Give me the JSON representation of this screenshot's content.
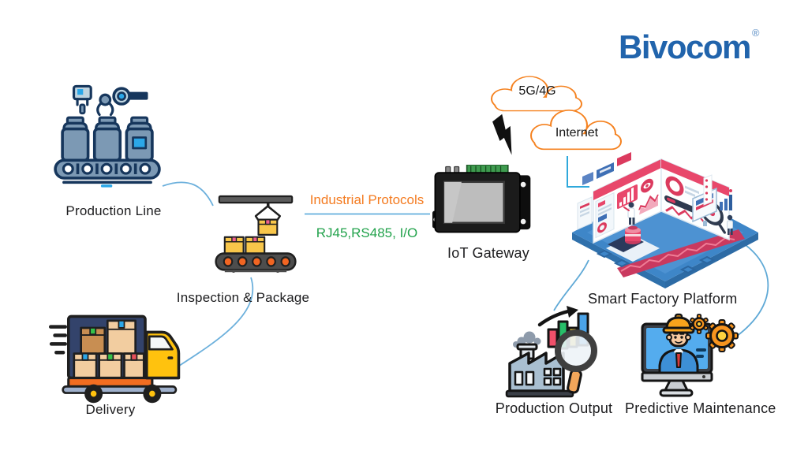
{
  "logo": {
    "text": "Bivocom",
    "registered": "®"
  },
  "clouds": {
    "cellular_label": "5G/4G",
    "internet_label": "Internet"
  },
  "protocols": {
    "title": "Industrial Protocols",
    "subtitle": "RJ45,RS485, I/O"
  },
  "nodes": {
    "production_line": {
      "label": "Production Line"
    },
    "inspection_package": {
      "label": "Inspection & Package"
    },
    "delivery": {
      "label": "Delivery"
    },
    "iot_gateway": {
      "label": "IoT Gateway"
    },
    "smart_factory_platform": {
      "label": "Smart Factory Platform"
    },
    "production_output": {
      "label": "Production Output"
    },
    "predictive_maintenance": {
      "label": "Predictive Maintenance"
    }
  },
  "colors": {
    "logo_blue": "#2164AC",
    "cloud_outline": "#F58220",
    "protocol_title_orange": "#F47B20",
    "protocol_subtitle_green": "#21A24B",
    "connector_blue": "#6CB0DC",
    "internet_link_teal": "#2FA8DB",
    "label_text": "#1C1C1E"
  }
}
